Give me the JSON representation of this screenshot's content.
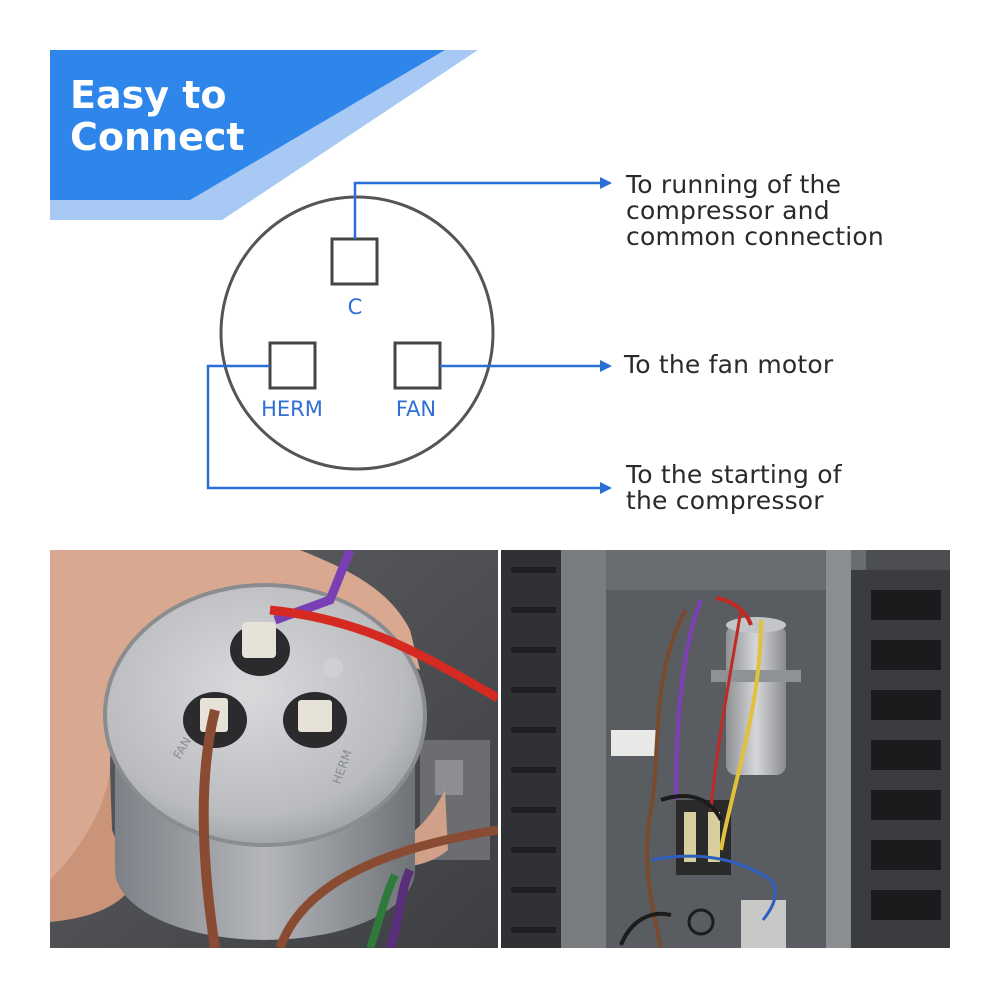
{
  "banner": {
    "line1": "Easy to",
    "line2": "Connect"
  },
  "terminals": {
    "c": "C",
    "herm": "HERM",
    "fan": "FAN"
  },
  "annotations": {
    "c": [
      "To running of the",
      "compressor and",
      "common connection"
    ],
    "fan": "To the fan motor",
    "herm": [
      "To the starting of",
      "the compressor"
    ]
  },
  "photo_left": {
    "can_marking_1": "FAN",
    "can_marking_2": "HERM"
  },
  "colors": {
    "brand_blue": "#2f86ea",
    "light_blue": "#9fc3f2",
    "wire_blue": "#2a6fd8",
    "outline_gray": "#545454",
    "label_blue": "#2f6fd6"
  }
}
